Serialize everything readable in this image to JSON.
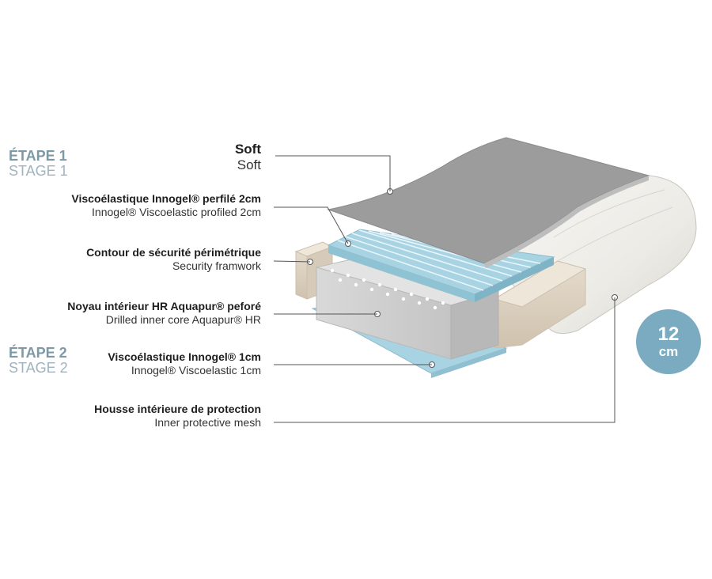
{
  "stages": [
    {
      "fr": "ÉTAPE 1",
      "en": "STAGE 1"
    },
    {
      "fr": "ÉTAPE 2",
      "en": "STAGE 2"
    }
  ],
  "layers": [
    {
      "fr": "Soft",
      "en": "Soft"
    },
    {
      "fr": "Viscoélastique Innogel® perfilé 2cm",
      "en": "Innogel® Viscoelastic profiled 2cm"
    },
    {
      "fr": "Contour de sécurité périmétrique",
      "en": "Security framwork"
    },
    {
      "fr": "Noyau intérieur HR Aquapur® peforé",
      "en": "Drilled inner core Aquapur® HR"
    },
    {
      "fr": "Viscoélastique Innogel® 1cm",
      "en": "Innogel® Viscoelastic 1cm"
    },
    {
      "fr": "Housse intérieure de protection",
      "en": "Inner protective mesh"
    }
  ],
  "badge": {
    "value": "12",
    "unit": "cm"
  },
  "colors": {
    "stage_text": "#7e99a6",
    "badge": "#7aabc1",
    "soft_layer": "#9a9a9a",
    "gel_layer": "#a8d3e2",
    "frame": "#d9cfbf",
    "core": "#cfcfcf",
    "mesh": "#eeeeec",
    "leader_line": "#555555"
  }
}
